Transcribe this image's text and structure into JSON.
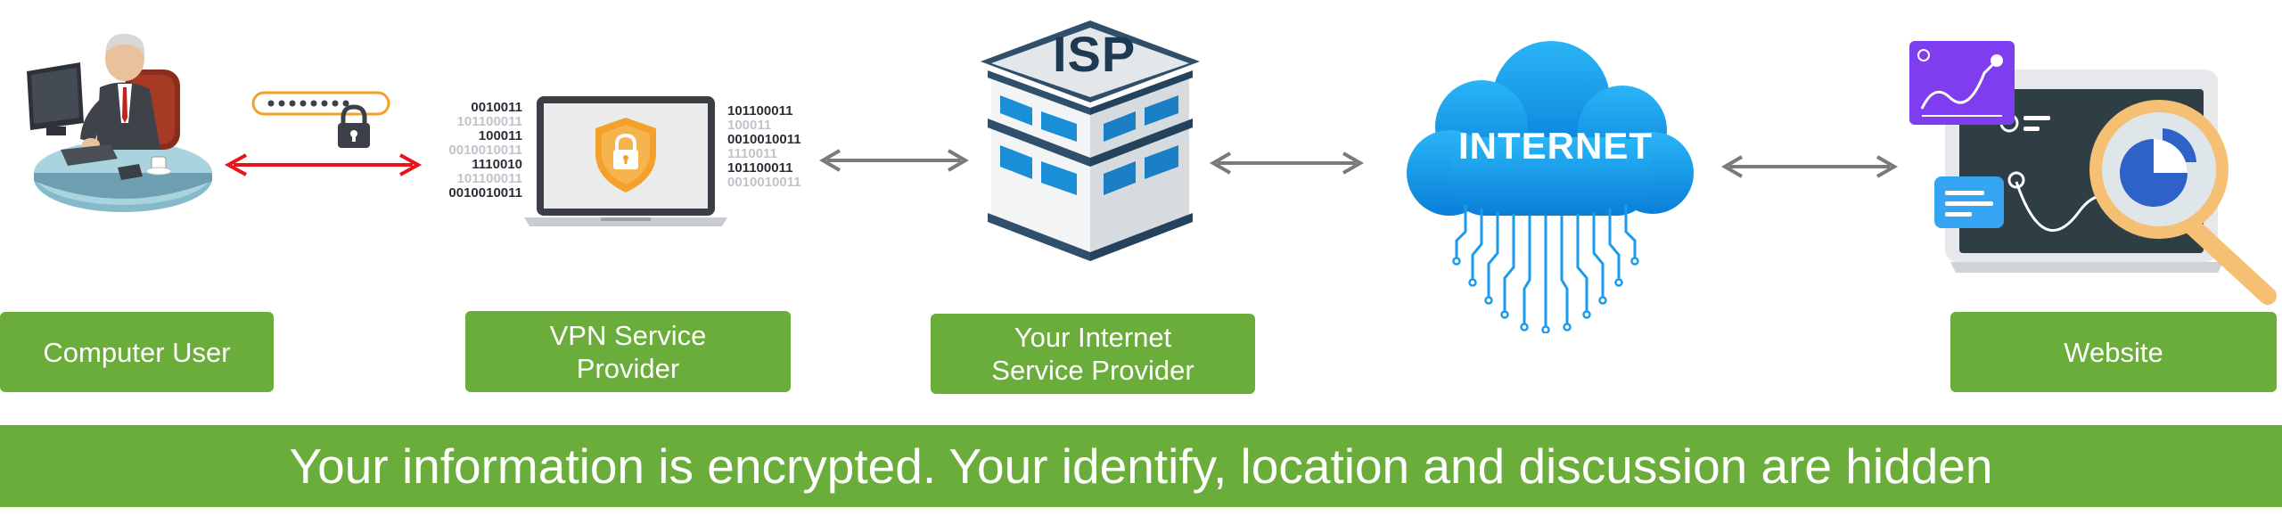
{
  "nodes": {
    "user": {
      "label": "Computer User"
    },
    "vpn": {
      "label_line1": "VPN Service",
      "label_line2": "Provider"
    },
    "isp": {
      "label_line1": "Your Internet",
      "label_line2": "Service Provider",
      "building_text": "ISP"
    },
    "internet": {
      "cloud_text": "INTERNET"
    },
    "website": {
      "label": "Website"
    }
  },
  "binary": {
    "left": [
      "0010011",
      "101100011",
      "100011",
      "0010010011",
      "1110010",
      "101100011",
      "0010010011"
    ],
    "right": [
      "101100011",
      "100011",
      "0010010011",
      "1110011",
      "101100011",
      "0010010011"
    ]
  },
  "banner": {
    "text": "Your information is encrypted. Your identify, location and discussion are hidden"
  },
  "colors": {
    "label_green": "#6aad3a",
    "encrypted_arrow": "#e8141b",
    "plain_arrow": "#7a7a7a",
    "cloud_blue": "#1a9bec",
    "lock_orange": "#f4a12b"
  },
  "icons": [
    "person-at-computer-icon",
    "password-lock-icon",
    "laptop-shield-icon",
    "isp-building-icon",
    "internet-cloud-icon",
    "website-analytics-icon"
  ]
}
